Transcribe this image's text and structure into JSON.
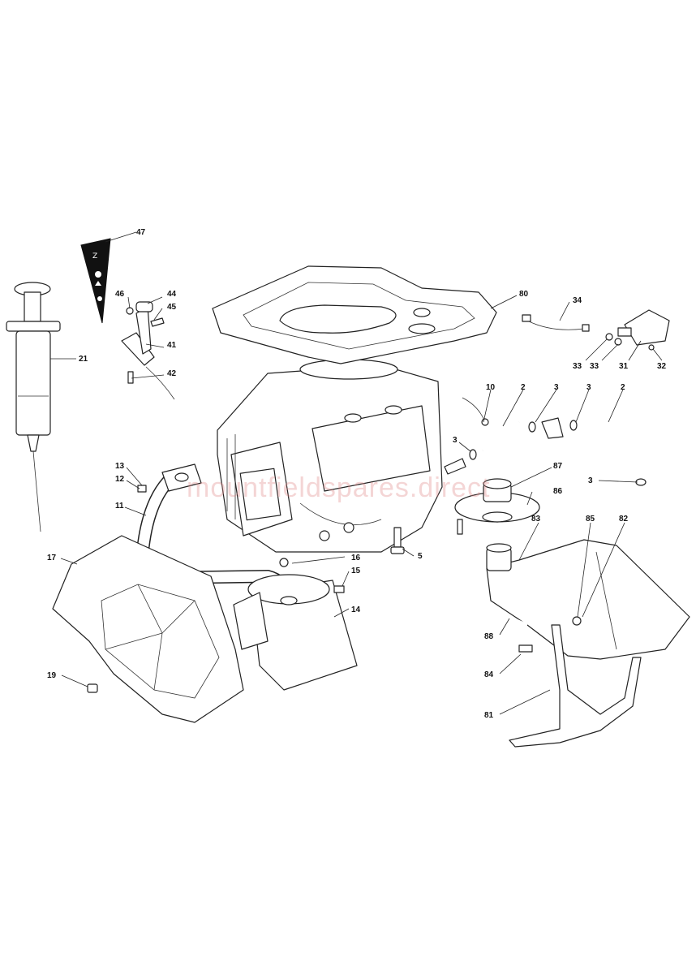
{
  "watermark": "mountfieldspares.direct",
  "callouts": [
    {
      "id": "c47",
      "text": "47"
    },
    {
      "id": "c46",
      "text": "46"
    },
    {
      "id": "c44",
      "text": "44"
    },
    {
      "id": "c45",
      "text": "45"
    },
    {
      "id": "c41",
      "text": "41"
    },
    {
      "id": "c42",
      "text": "42"
    },
    {
      "id": "c21",
      "text": "21"
    },
    {
      "id": "c80",
      "text": "80"
    },
    {
      "id": "c34",
      "text": "34"
    },
    {
      "id": "c33a",
      "text": "33"
    },
    {
      "id": "c33b",
      "text": "33"
    },
    {
      "id": "c31",
      "text": "31"
    },
    {
      "id": "c32",
      "text": "32"
    },
    {
      "id": "c10",
      "text": "10"
    },
    {
      "id": "c2a",
      "text": "2"
    },
    {
      "id": "c3a",
      "text": "3"
    },
    {
      "id": "c3b",
      "text": "3"
    },
    {
      "id": "c2b",
      "text": "2"
    },
    {
      "id": "c3c",
      "text": "3"
    },
    {
      "id": "c3d",
      "text": "3"
    },
    {
      "id": "c87",
      "text": "87"
    },
    {
      "id": "c86",
      "text": "86"
    },
    {
      "id": "c13",
      "text": "13"
    },
    {
      "id": "c12",
      "text": "12"
    },
    {
      "id": "c11",
      "text": "11"
    },
    {
      "id": "c17",
      "text": "17"
    },
    {
      "id": "c16",
      "text": "16"
    },
    {
      "id": "c15",
      "text": "15"
    },
    {
      "id": "c14",
      "text": "14"
    },
    {
      "id": "c5",
      "text": "5"
    },
    {
      "id": "c83",
      "text": "83"
    },
    {
      "id": "c85",
      "text": "85"
    },
    {
      "id": "c82",
      "text": "82"
    },
    {
      "id": "c88",
      "text": "88"
    },
    {
      "id": "c84",
      "text": "84"
    },
    {
      "id": "c81",
      "text": "81"
    },
    {
      "id": "c19",
      "text": "19"
    }
  ]
}
